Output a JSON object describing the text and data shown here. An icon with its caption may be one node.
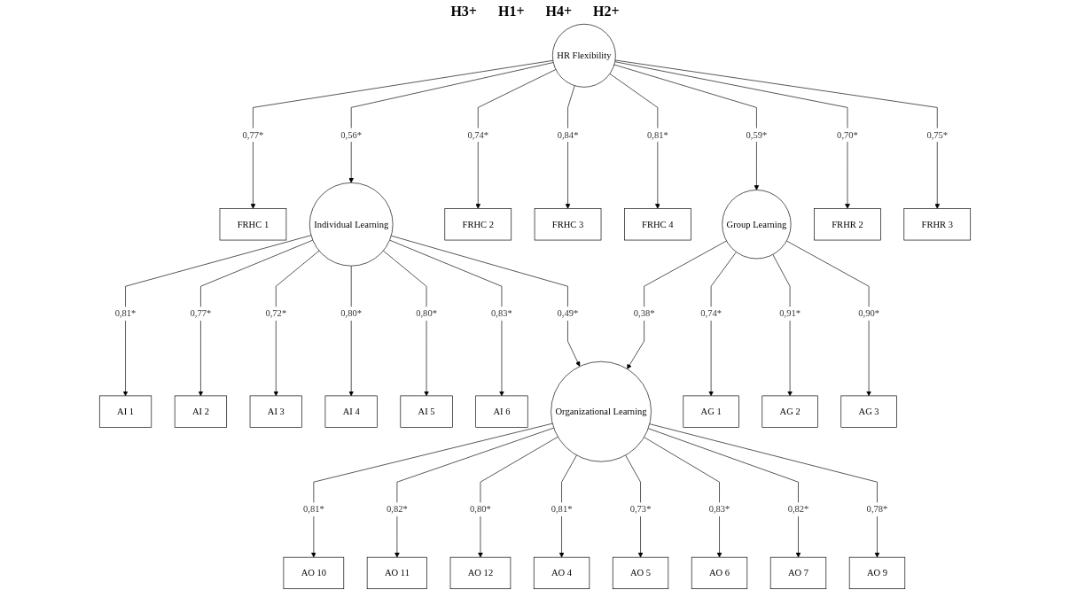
{
  "diagram": {
    "nodes": [
      {
        "text": [
          "AI 1"
        ]
      },
      {
        "text": [
          "AI 2"
        ]
      },
      {
        "text": [
          "AI 3"
        ]
      },
      {
        "text": [
          "AI 4"
        ]
      },
      {
        "text": [
          "AI 5"
        ]
      },
      {
        "text": [
          "AI 6"
        ]
      },
      {
        "text": [
          "AO 10"
        ]
      },
      {
        "text": [
          "FRHC 1"
        ]
      },
      {
        "text": [
          "AO 11"
        ]
      },
      {
        "text": [
          "Individual Learning"
        ]
      },
      {
        "text": [
          "FRHC 2"
        ]
      },
      {
        "text": [
          "AO 12"
        ]
      },
      {
        "text": [
          "FRHC 3"
        ]
      },
      {
        "text": [
          "HR Flexibility"
        ]
      },
      {
        "text": [
          "Organizational Learning"
        ]
      },
      {
        "text": [
          "AO 4"
        ]
      },
      {
        "text": [
          "FRHC 4"
        ]
      },
      {
        "text": [
          "AO 5"
        ]
      },
      {
        "text": [
          "Group Learning"
        ]
      },
      {
        "text": [
          "FRHR 2"
        ]
      },
      {
        "text": [
          "AO 6"
        ]
      },
      {
        "text": [
          "FRHR 3"
        ]
      },
      {
        "text": [
          "AO 7"
        ]
      },
      {
        "text": [
          "AG 1"
        ]
      },
      {
        "text": [
          "AG 2"
        ]
      },
      {
        "text": [
          "AG 3"
        ]
      },
      {
        "text": [
          "AO 9"
        ]
      }
    ],
    "edges": [
      {
        "from": 13,
        "to": 7,
        "arrow": "to",
        "label": "0,77*"
      },
      {
        "from": 13,
        "to": 10,
        "arrow": "to",
        "label": "0,74*"
      },
      {
        "from": 13,
        "to": 12,
        "arrow": "to",
        "label": "0,84*"
      },
      {
        "from": 13,
        "to": 16,
        "arrow": "to",
        "label": "0,81*"
      },
      {
        "from": 13,
        "to": 19,
        "arrow": "to",
        "label": "0,70*"
      },
      {
        "from": 13,
        "to": 21,
        "arrow": "to",
        "label": "0,75*"
      },
      {
        "from": 13,
        "to": 9,
        "arrow": "to",
        "label": "0,56*"
      },
      {
        "from": 13,
        "to": 18,
        "arrow": "to",
        "label": "0,59*"
      },
      {
        "from": 9,
        "to": 0,
        "arrow": "to",
        "label": "0,81*"
      },
      {
        "from": 9,
        "to": 1,
        "arrow": "to",
        "label": "0,77*"
      },
      {
        "from": 9,
        "to": 2,
        "arrow": "to",
        "label": "0,72*"
      },
      {
        "from": 9,
        "to": 3,
        "arrow": "to",
        "label": "0,80*"
      },
      {
        "from": 9,
        "to": 4,
        "arrow": "to",
        "label": "0,80*"
      },
      {
        "from": 9,
        "to": 5,
        "arrow": "to",
        "label": "0,83*"
      },
      {
        "from": 9,
        "to": 14,
        "arrow": "to",
        "label": "0,49*"
      },
      {
        "from": 18,
        "to": 14,
        "arrow": "to",
        "label": "0,38*"
      },
      {
        "from": 18,
        "to": 23,
        "arrow": "to",
        "label": "0,74*"
      },
      {
        "from": 18,
        "to": 24,
        "arrow": "to",
        "label": "0,91*"
      },
      {
        "from": 18,
        "to": 25,
        "arrow": "to",
        "label": "0,90*"
      },
      {
        "from": 14,
        "to": 6,
        "arrow": "to",
        "label": "0,81*"
      },
      {
        "from": 14,
        "to": 8,
        "arrow": "to",
        "label": "0,82*"
      },
      {
        "from": 14,
        "to": 11,
        "arrow": "to",
        "label": "0,80*"
      },
      {
        "from": 14,
        "to": 15,
        "arrow": "to",
        "label": "0,81*"
      },
      {
        "from": 14,
        "to": 17,
        "arrow": "to",
        "label": "0,73*"
      },
      {
        "from": 14,
        "to": 20,
        "arrow": "to",
        "label": "0,83*"
      },
      {
        "from": 14,
        "to": 22,
        "arrow": "to",
        "label": "0,82*"
      },
      {
        "from": 14,
        "to": 26,
        "arrow": "to",
        "label": "0,78*"
      }
    ],
    "labels": [
      "H3+",
      "H1+",
      "H4+",
      "H2+"
    ]
  }
}
